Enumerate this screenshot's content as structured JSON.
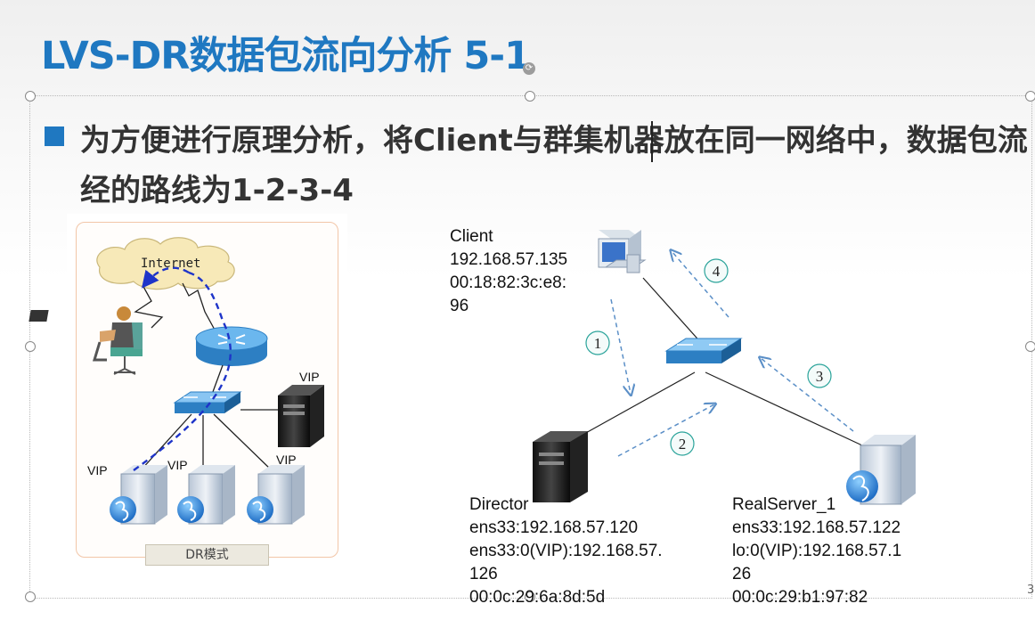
{
  "slide": {
    "title": "LVS-DR数据包流向分析 5-1",
    "bullet": "为方便进行原理分析，将Client与群集机器放在同一网络中，数据包流经的路线为1-2-3-4",
    "page_number": "3"
  },
  "left_diagram": {
    "cloud_label": "Internet",
    "vip_labels": [
      "VIP",
      "VIP",
      "VIP",
      "VIP"
    ],
    "mode_label": "DR模式"
  },
  "right_diagram": {
    "client": {
      "name": "Client",
      "ip": "192.168.57.135",
      "mac_line1": "00:18:82:3c:e8:",
      "mac_line2": "96"
    },
    "director": {
      "name": "Director",
      "line1": "ens33:192.168.57.120",
      "line2": "ens33:0(VIP):192.168.57.",
      "line3": "126",
      "line4": "00:0c:29:6a:8d:5d"
    },
    "realserver": {
      "name": "RealServer_1",
      "line1": "ens33:192.168.57.122",
      "line2": "lo:0(VIP):192.168.57.1",
      "line3": "26",
      "line4": "00:0c:29:b1:97:82"
    },
    "steps": [
      "1",
      "2",
      "3",
      "4"
    ]
  },
  "colors": {
    "title": "#1f78c1",
    "bullet": "#1f78c1",
    "text": "#333333",
    "dashed_arrow": "#5b8fc7",
    "step_circle": "#2aa39a"
  }
}
